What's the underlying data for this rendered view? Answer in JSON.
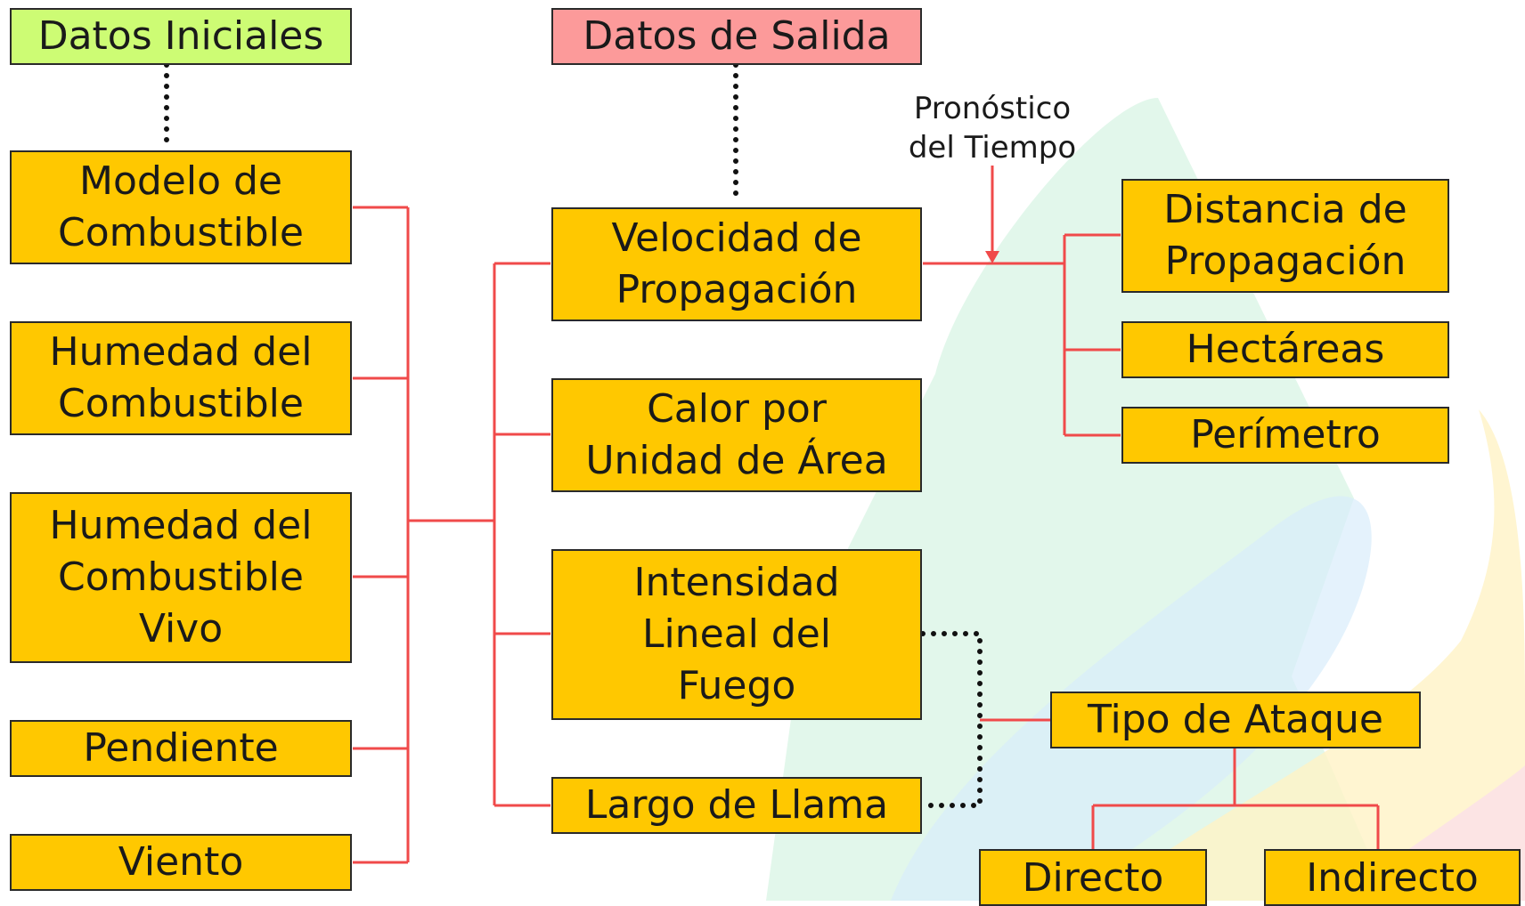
{
  "headers": {
    "input": "Datos Iniciales",
    "output": "Datos de Salida"
  },
  "inputs": [
    "Modelo de\nCombustible",
    "Humedad del\nCombustible",
    "Humedad del\nCombustible\nVivo",
    "Pendiente",
    "Viento"
  ],
  "outputs": [
    "Velocidad de\nPropagación",
    "Calor por\nUnidad de Área",
    "Intensidad\nLineal del\nFuego",
    "Largo de Llama"
  ],
  "weather_note": "Pronóstico\ndel Tiempo",
  "spread_results": [
    "Distancia de\nPropagación",
    "Hectáreas",
    "Perímetro"
  ],
  "attack": {
    "type": "Tipo de Ataque",
    "direct": "Directo",
    "indirect": "Indirecto"
  },
  "colors": {
    "box_fill": "#ffc800",
    "input_header_fill": "#cdfc74",
    "output_header_fill": "#fc9a9a",
    "connector": "#f04a4a"
  }
}
